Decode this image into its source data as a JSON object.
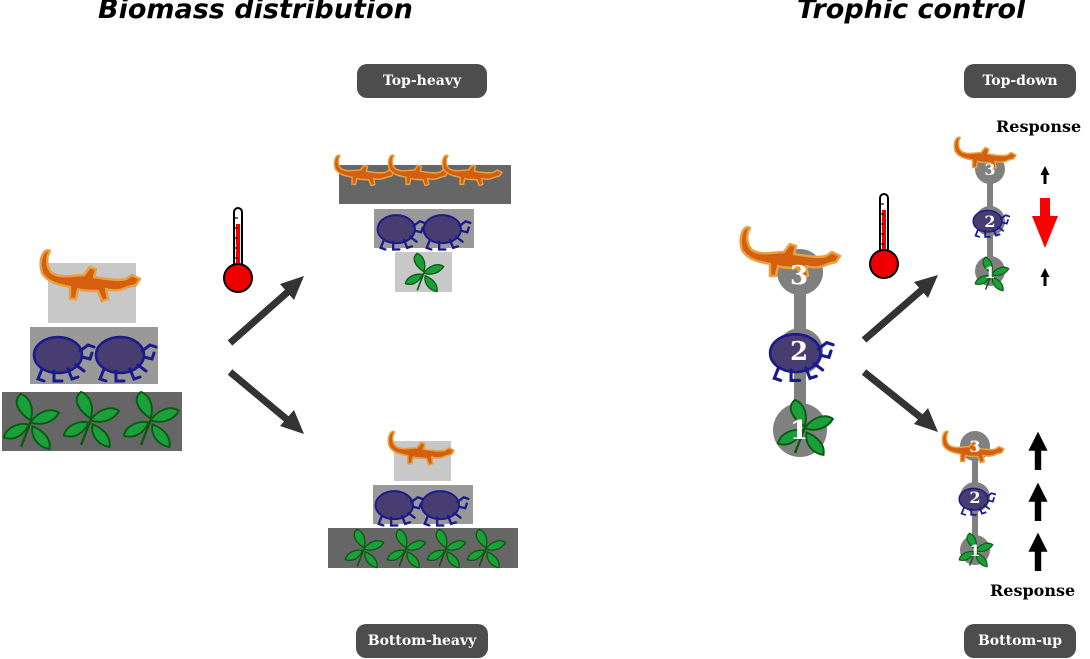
{
  "left": {
    "title": "Biomass distribution",
    "top_label": "Top-heavy",
    "bottom_label": "Bottom-heavy"
  },
  "right": {
    "title": "Trophic control",
    "top_label": "Top-down",
    "bottom_label": "Bottom-up",
    "response_top": "Response",
    "response_bottom": "Response",
    "levels": [
      "1",
      "2",
      "3"
    ]
  },
  "colors": {
    "salamander": "#d35f0f",
    "salamander_outline": "#e8a040",
    "beetle": "#483d70",
    "beetle_outline": "#1a1a8c",
    "leaf": "#1a9f3a",
    "leaf_outline": "#0a5a10",
    "block_light": "#c8c8c8",
    "block_mid": "#999999",
    "block_dark": "#666666",
    "arrow": "#333333",
    "response_down": "#ff0000",
    "pill": "#4d4d4d"
  },
  "icons": [
    "salamander-icon",
    "beetle-icon",
    "leaf-icon",
    "thermometer-icon"
  ]
}
